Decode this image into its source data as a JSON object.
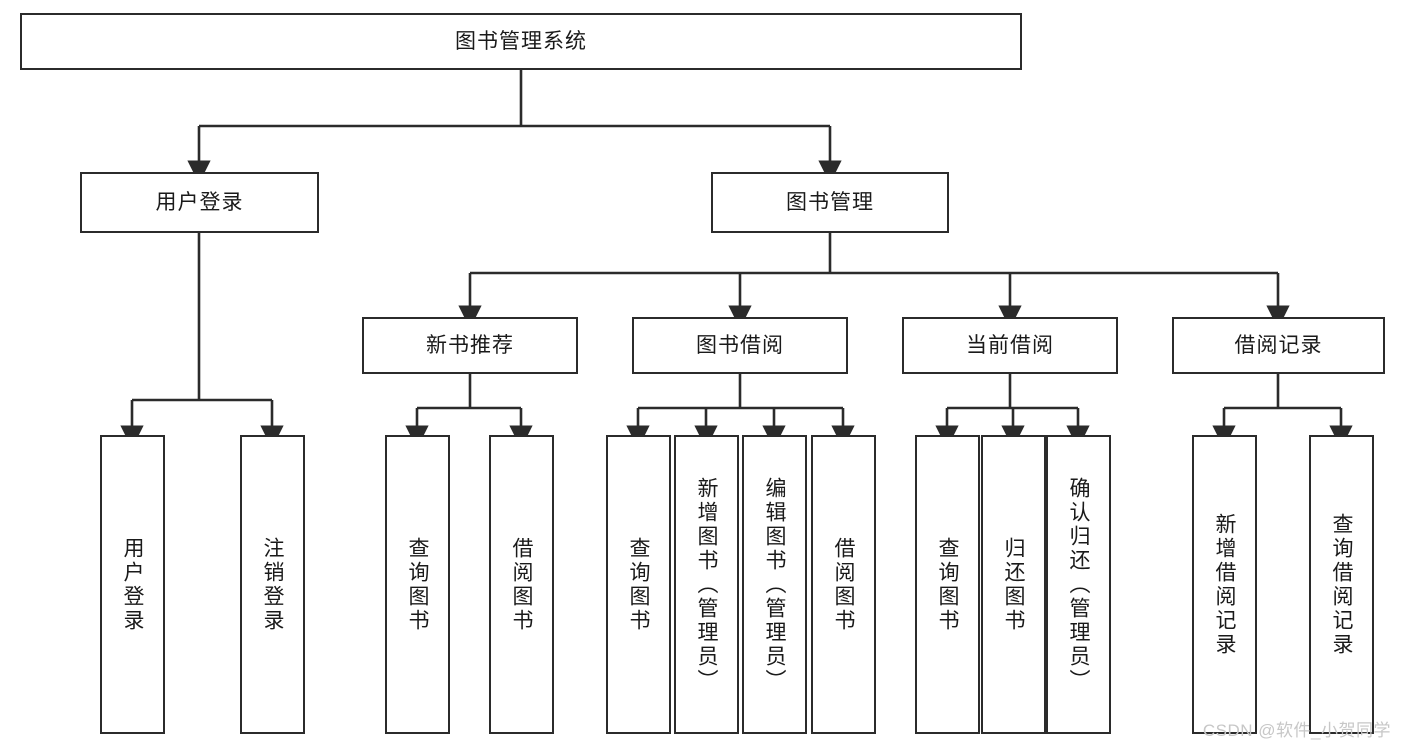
{
  "diagram": {
    "title": "图书管理系统",
    "type": "tree-hierarchy-chart",
    "root": {
      "label": "图书管理系统"
    },
    "level2": [
      {
        "label": "用户登录"
      },
      {
        "label": "图书管理"
      }
    ],
    "level3": [
      {
        "label": "新书推荐"
      },
      {
        "label": "图书借阅"
      },
      {
        "label": "当前借阅"
      },
      {
        "label": "借阅记录"
      }
    ],
    "leaves": {
      "user_login": [
        {
          "label": "用户登录"
        },
        {
          "label": "注销登录"
        }
      ],
      "new_book_recommend": [
        {
          "label": "查询图书"
        },
        {
          "label": "借阅图书"
        }
      ],
      "book_borrow": [
        {
          "label": "查询图书"
        },
        {
          "label": "新增图书（管理员）"
        },
        {
          "label": "编辑图书（管理员）"
        },
        {
          "label": "借阅图书"
        }
      ],
      "current_borrow": [
        {
          "label": "查询图书"
        },
        {
          "label": "归还图书"
        },
        {
          "label": "确认归还（管理员）"
        }
      ],
      "borrow_record": [
        {
          "label": "新增借阅记录"
        },
        {
          "label": "查询借阅记录"
        }
      ]
    }
  },
  "watermark": {
    "text": "CSDN @软件_小贺同学"
  },
  "colors": {
    "border": "#2b2b2b",
    "background": "#ffffff",
    "text": "#1a1a1a",
    "watermark": "#c7c7c7"
  }
}
